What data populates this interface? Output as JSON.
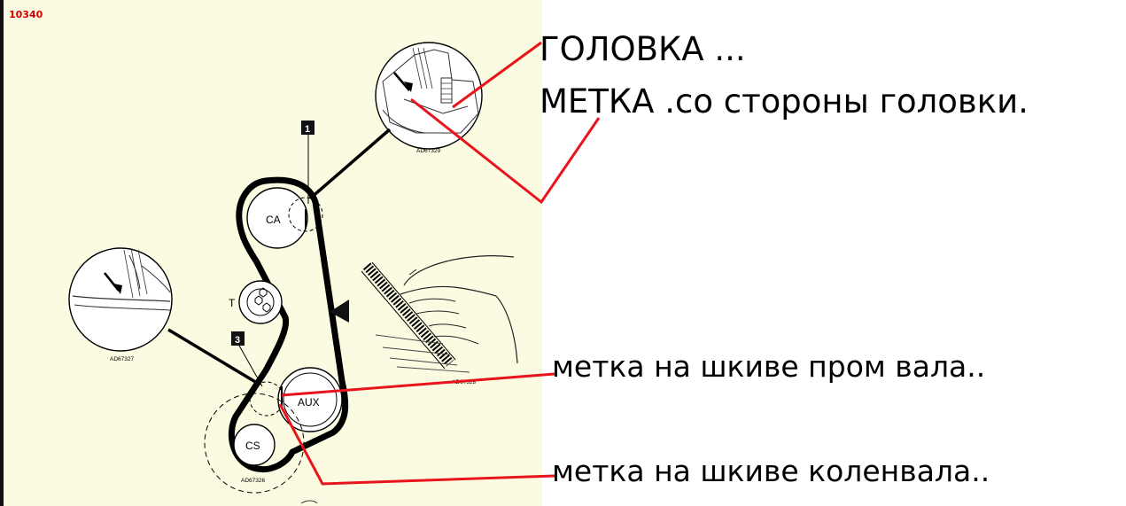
{
  "document_id": "10340",
  "annotations": {
    "head": "ГОЛОВКА ...",
    "head_mark": "МЕТКА .со  стороны  головки.",
    "aux_pulley_mark": "метка на  шкиве  пром вала..",
    "crank_pulley_mark": "метка  на  шкиве  коленвала.."
  },
  "diagram": {
    "pulleys": {
      "camshaft": "CA",
      "tensioner": "T",
      "auxiliary": "AUX",
      "crankshaft": "CS"
    },
    "callouts": [
      "1",
      "3"
    ],
    "figure_refs": {
      "camshaft_detail": "AD67329",
      "crank_detail": "AD67327",
      "belt_drawing": "AD67326",
      "belt_install": "AD67328"
    }
  },
  "colors": {
    "annotation_line": "#e8141c",
    "panel_background": "#fbfbe2",
    "document_id": "#d40000"
  }
}
